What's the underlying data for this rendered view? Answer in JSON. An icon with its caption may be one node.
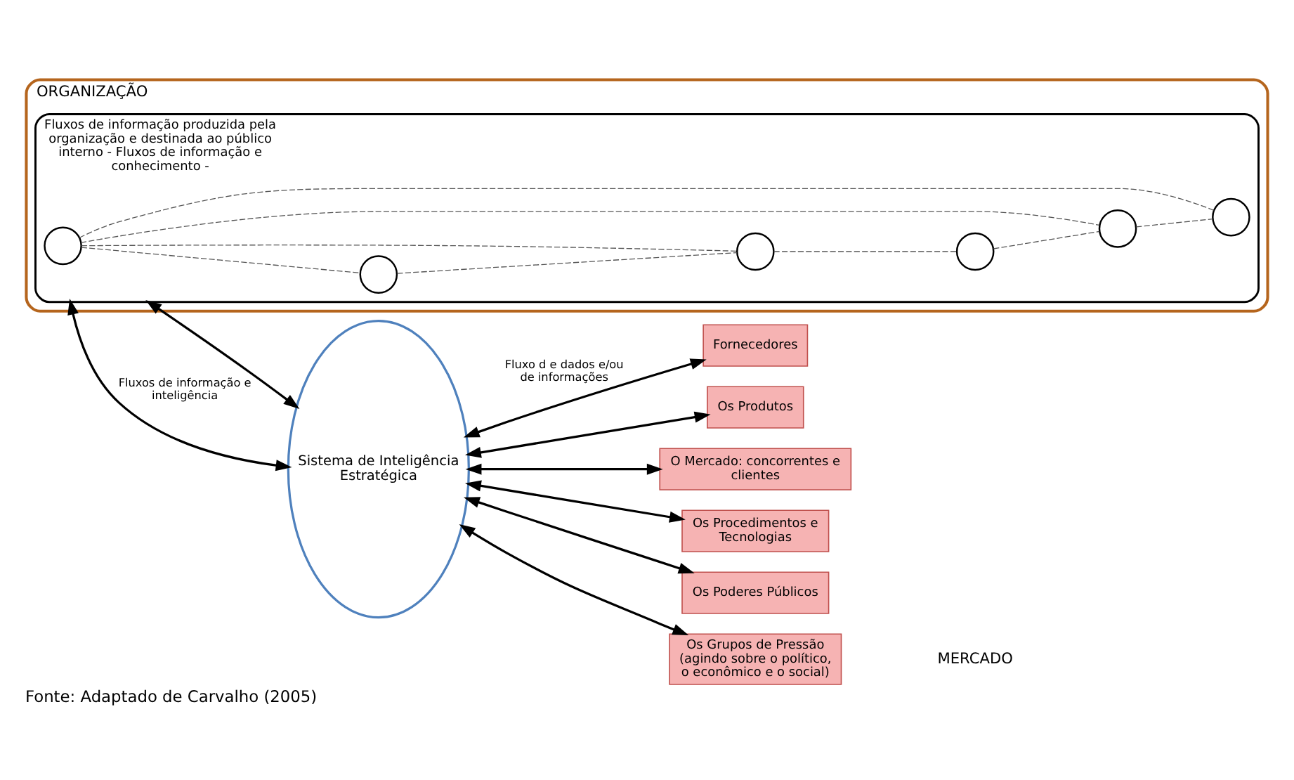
{
  "diagram": {
    "caption": "Fonte: Adaptado de Carvalho (2005)",
    "nodes": [
      {
        "text": [
          "ORGANIZAÇÃO"
        ]
      },
      {
        "text": [
          "Fluxos de informação produzida pela organização e destinada ao público interno - Fluxos de informação e conhecimento -"
        ],
        "in": 0
      },
      {
        "text": [],
        "shape": "circle",
        "in": 1
      },
      {
        "text": [],
        "shape": "circle",
        "in": 1
      },
      {
        "text": [],
        "shape": "circle",
        "in": 1
      },
      {
        "text": [],
        "shape": "circle",
        "in": 1
      },
      {
        "text": [],
        "shape": "circle",
        "in": 1
      },
      {
        "text": [],
        "shape": "circle",
        "in": 1
      },
      {
        "text": [
          "Sistema de Inteligência Estratégica"
        ]
      },
      {
        "text": [
          "Fornecedores"
        ]
      },
      {
        "text": [
          "Os Produtos"
        ]
      },
      {
        "text": [
          "O Mercado: concorrentes e clientes"
        ]
      },
      {
        "text": [
          "Os Procedimentos e Tecnologias"
        ]
      },
      {
        "text": [
          "Os Poderes Públicos"
        ]
      },
      {
        "text": [
          "Os Grupos de Pressão (agindo sobre o político, o econômico e o social)"
        ]
      }
    ],
    "edges": [
      {
        "from": 5,
        "to": 6,
        "arrow": "none",
        "style": "dashed"
      },
      {
        "from": 6,
        "to": 7,
        "arrow": "none",
        "style": "dashed"
      },
      {
        "from": 7,
        "to": 4,
        "arrow": "none",
        "style": "dashed"
      },
      {
        "from": 4,
        "to": 2,
        "arrow": "none",
        "style": "dashed"
      },
      {
        "from": 2,
        "to": 3,
        "arrow": "none",
        "style": "dashed"
      },
      {
        "from": 3,
        "to": 5,
        "arrow": "none",
        "style": "dashed"
      },
      {
        "from": 2,
        "to": 5,
        "arrow": "none",
        "style": "dashed"
      },
      {
        "from": 2,
        "to": 7,
        "arrow": "none",
        "style": "dashed"
      },
      {
        "from": 1,
        "to": 8,
        "arrow": "both"
      },
      {
        "from": 1,
        "to": 8,
        "arrow": "both",
        "label": "Fluxos de informação e inteligência"
      },
      {
        "from": 8,
        "to": 9,
        "arrow": "both",
        "label": "Fluxo d e dados e/ou de informações"
      },
      {
        "from": 8,
        "to": 10,
        "arrow": "both"
      },
      {
        "from": 8,
        "to": 11,
        "arrow": "both"
      },
      {
        "from": 8,
        "to": 12,
        "arrow": "both"
      },
      {
        "from": 8,
        "to": 13,
        "arrow": "both"
      },
      {
        "from": 8,
        "to": 14,
        "arrow": "both"
      }
    ],
    "labels": [
      "MERCADO"
    ]
  }
}
